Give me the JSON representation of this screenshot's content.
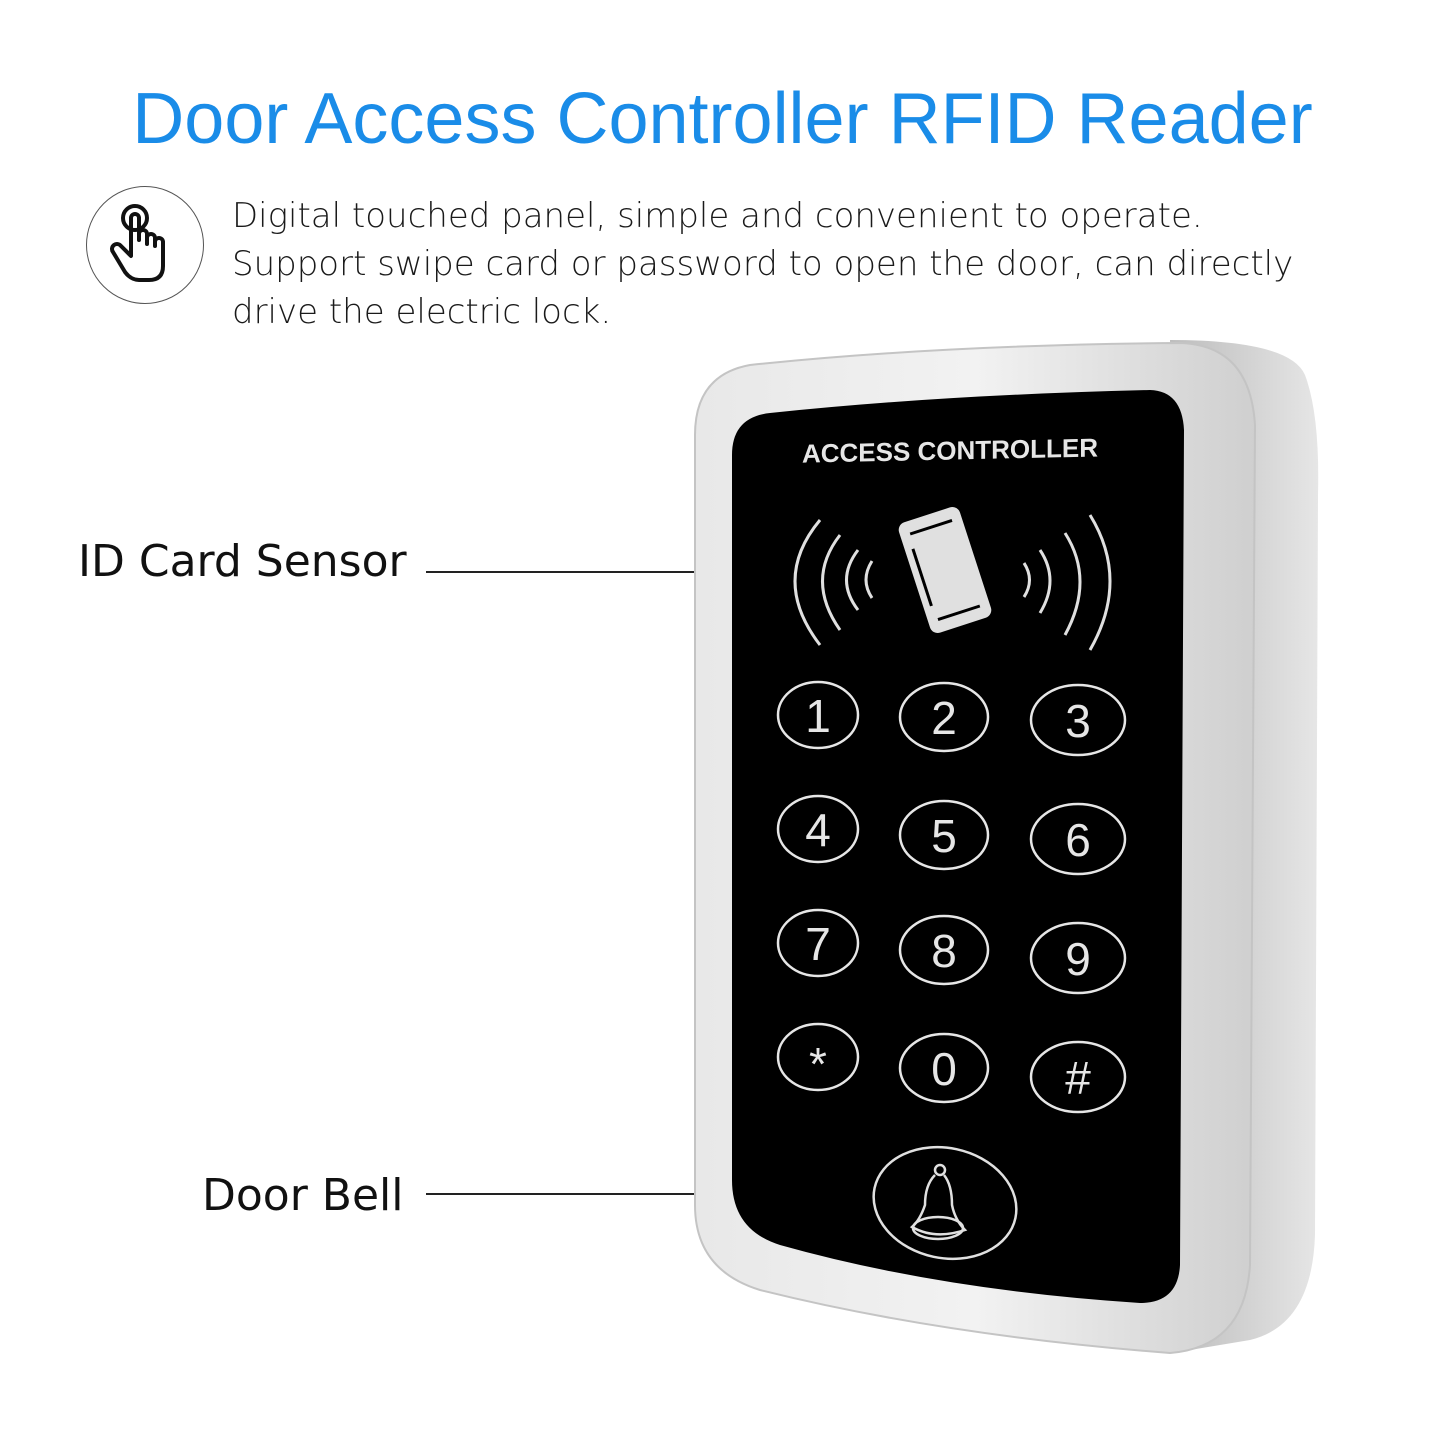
{
  "title": "Door Access Controller RFID Reader",
  "feature": {
    "icon": "touch-hand-icon",
    "lines": [
      "Digital touched panel, simple and convenient to operate.",
      "Support swipe card or password to open the door, can directly",
      "drive the electric lock."
    ]
  },
  "callouts": {
    "id_card_sensor": "ID Card Sensor",
    "door_bell": "Door Bell"
  },
  "device": {
    "brand_label": "ACCESS CONTROLLER",
    "keypad": [
      [
        "1",
        "2",
        "3"
      ],
      [
        "4",
        "5",
        "6"
      ],
      [
        "7",
        "8",
        "9"
      ],
      [
        "*",
        "0",
        "#"
      ]
    ],
    "colors": {
      "panel": "#000000",
      "frame": "#d9d9d9",
      "glyph": "#e6e6e6"
    }
  }
}
